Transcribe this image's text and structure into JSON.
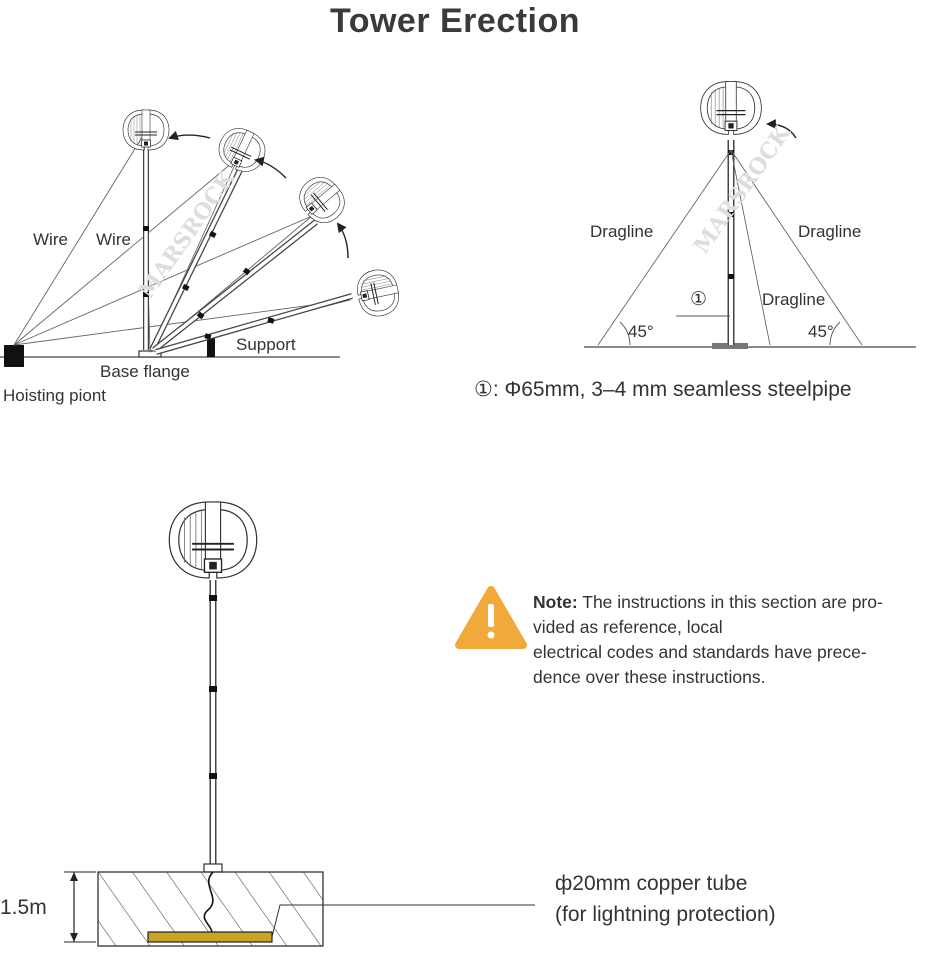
{
  "title": "Tower Erection",
  "erection_diagram": {
    "wire_label_1": "Wire",
    "wire_label_2": "Wire",
    "support_label": "Support",
    "base_flange_label": "Base flange",
    "hoisting_point_label": "Hoisting piont",
    "watermark": "MARSROCK"
  },
  "dragline_diagram": {
    "dragline_left": "Dragline",
    "dragline_right": "Dragline",
    "dragline_center": "Dragline",
    "angle_left": "45°",
    "angle_right": "45°",
    "marker": "①",
    "pipe_spec": "①: Φ65mm, 3–4 mm seamless steelpipe",
    "watermark": "MARSROCK"
  },
  "note": {
    "heading": "Note:",
    "line1": " The instructions in this section are pro-",
    "line2": "vided as reference, local",
    "line3": "electrical codes and standards have prece-",
    "line4": "dence over these instructions."
  },
  "foundation": {
    "depth_label": "1.5m",
    "tube_label_1": "ф20mm copper tube",
    "tube_label_2": "(for lightning protection)",
    "colors": {
      "copper": "#c9a227",
      "warning": "#f2a93b"
    }
  }
}
